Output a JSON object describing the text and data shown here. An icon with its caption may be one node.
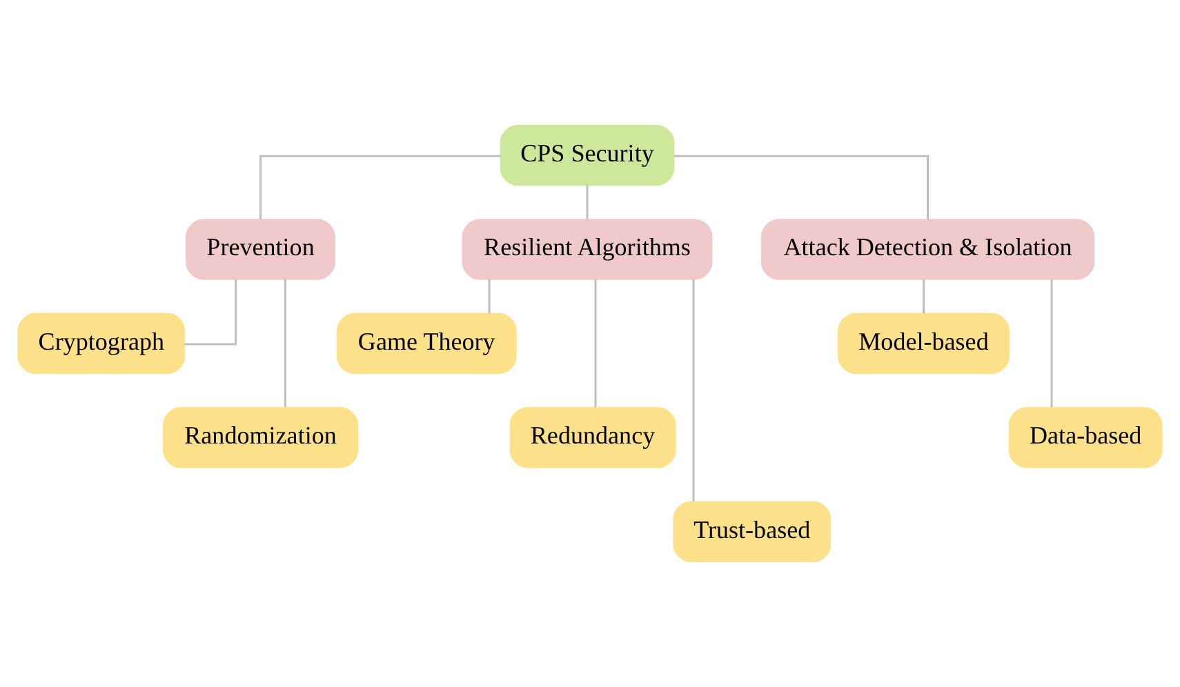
{
  "diagram": {
    "nodes": [
      {
        "text": [
          "CPS Security"
        ]
      },
      {
        "text": [
          "Prevention"
        ]
      },
      {
        "text": [
          "Resilient Algorithms"
        ]
      },
      {
        "text": [
          "Attack Detection & Isolation"
        ]
      },
      {
        "text": [
          "Cryptograph"
        ]
      },
      {
        "text": [
          "Randomization"
        ]
      },
      {
        "text": [
          "Game Theory"
        ]
      },
      {
        "text": [
          "Redundancy"
        ]
      },
      {
        "text": [
          "Trust-based"
        ]
      },
      {
        "text": [
          "Model-based"
        ]
      },
      {
        "text": [
          "Data-based"
        ]
      }
    ],
    "edges": [
      {
        "from": 0,
        "to": 1,
        "arrow": "none"
      },
      {
        "from": 0,
        "to": 2,
        "arrow": "none"
      },
      {
        "from": 0,
        "to": 3,
        "arrow": "none"
      },
      {
        "from": 1,
        "to": 4,
        "arrow": "none"
      },
      {
        "from": 1,
        "to": 5,
        "arrow": "none"
      },
      {
        "from": 2,
        "to": 6,
        "arrow": "none"
      },
      {
        "from": 2,
        "to": 7,
        "arrow": "none"
      },
      {
        "from": 2,
        "to": 8,
        "arrow": "none"
      },
      {
        "from": 3,
        "to": 9,
        "arrow": "none"
      },
      {
        "from": 3,
        "to": 10,
        "arrow": "none"
      }
    ]
  }
}
